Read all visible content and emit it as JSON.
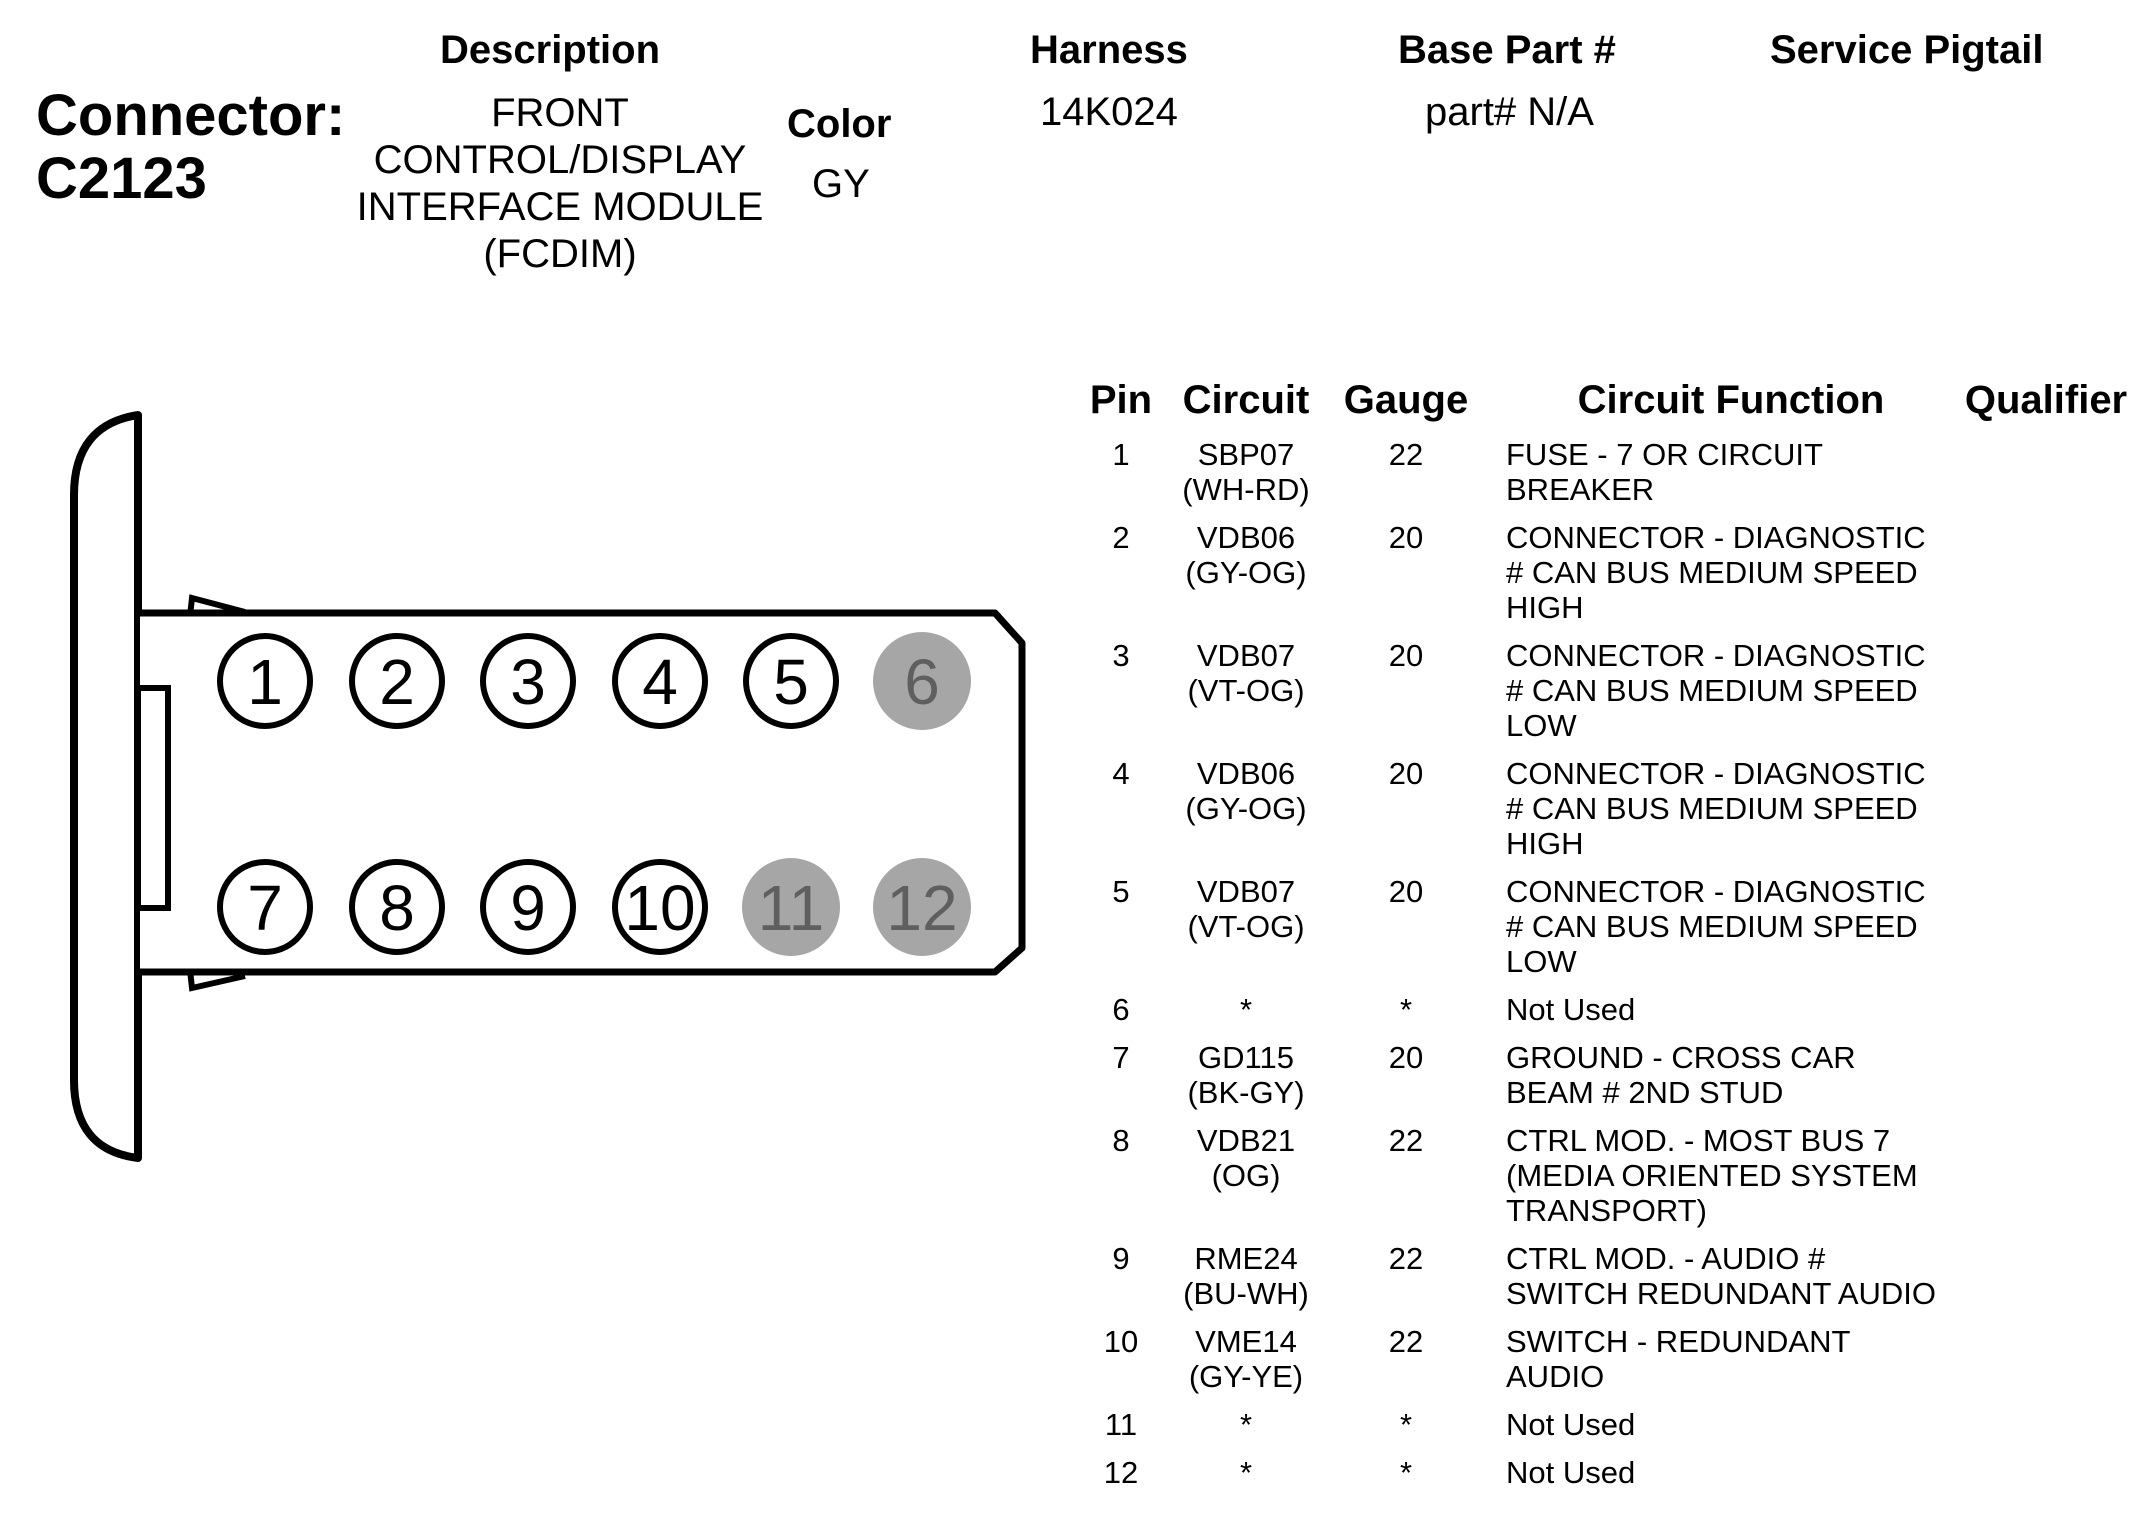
{
  "header": {
    "connector_label_line1": "Connector:",
    "connector_label_line2": "C2123",
    "description_heading": "Description",
    "description_value": "FRONT CONTROL/DISPLAY INTERFACE MODULE (FCDIM)",
    "color_heading": "Color",
    "color_value": "GY",
    "harness_heading": "Harness",
    "harness_value": "14K024",
    "base_part_heading": "Base Part #",
    "base_part_value": "part# N/A",
    "service_pigtail_heading": "Service Pigtail"
  },
  "table": {
    "columns": [
      "Pin",
      "Circuit",
      "Gauge",
      "Circuit Function",
      "Qualifier"
    ],
    "rows": [
      {
        "pin": "1",
        "circuit": "SBP07",
        "circuit_color": "(WH-RD)",
        "gauge": "22",
        "function": "FUSE - 7 OR CIRCUIT BREAKER",
        "qualifier": ""
      },
      {
        "pin": "2",
        "circuit": "VDB06",
        "circuit_color": "(GY-OG)",
        "gauge": "20",
        "function": "CONNECTOR - DIAGNOSTIC # CAN BUS MEDIUM SPEED HIGH",
        "qualifier": ""
      },
      {
        "pin": "3",
        "circuit": "VDB07",
        "circuit_color": "(VT-OG)",
        "gauge": "20",
        "function": "CONNECTOR - DIAGNOSTIC # CAN BUS MEDIUM SPEED LOW",
        "qualifier": ""
      },
      {
        "pin": "4",
        "circuit": "VDB06",
        "circuit_color": "(GY-OG)",
        "gauge": "20",
        "function": "CONNECTOR - DIAGNOSTIC # CAN BUS MEDIUM SPEED HIGH",
        "qualifier": ""
      },
      {
        "pin": "5",
        "circuit": "VDB07",
        "circuit_color": "(VT-OG)",
        "gauge": "20",
        "function": "CONNECTOR - DIAGNOSTIC # CAN BUS MEDIUM SPEED LOW",
        "qualifier": ""
      },
      {
        "pin": "6",
        "circuit": "*",
        "circuit_color": "",
        "gauge": "*",
        "function": "Not Used",
        "qualifier": ""
      },
      {
        "pin": "7",
        "circuit": "GD115",
        "circuit_color": "(BK-GY)",
        "gauge": "20",
        "function": "GROUND - CROSS CAR BEAM # 2ND STUD",
        "qualifier": ""
      },
      {
        "pin": "8",
        "circuit": "VDB21",
        "circuit_color": "(OG)",
        "gauge": "22",
        "function": "CTRL MOD. - MOST BUS 7 (MEDIA ORIENTED SYSTEM TRANSPORT)",
        "qualifier": ""
      },
      {
        "pin": "9",
        "circuit": "RME24",
        "circuit_color": "(BU-WH)",
        "gauge": "22",
        "function": "CTRL MOD. - AUDIO # SWITCH REDUNDANT AUDIO",
        "qualifier": ""
      },
      {
        "pin": "10",
        "circuit": "VME14",
        "circuit_color": "(GY-YE)",
        "gauge": "22",
        "function": "SWITCH - REDUNDANT AUDIO",
        "qualifier": ""
      },
      {
        "pin": "11",
        "circuit": "*",
        "circuit_color": "",
        "gauge": "*",
        "function": "Not Used",
        "qualifier": ""
      },
      {
        "pin": "12",
        "circuit": "*",
        "circuit_color": "",
        "gauge": "*",
        "function": "Not Used",
        "qualifier": ""
      }
    ]
  },
  "diagram": {
    "pins": [
      {
        "label": "1",
        "used": true
      },
      {
        "label": "2",
        "used": true
      },
      {
        "label": "3",
        "used": true
      },
      {
        "label": "4",
        "used": true
      },
      {
        "label": "5",
        "used": true
      },
      {
        "label": "6",
        "used": false
      },
      {
        "label": "7",
        "used": true
      },
      {
        "label": "8",
        "used": true
      },
      {
        "label": "9",
        "used": true
      },
      {
        "label": "10",
        "used": true
      },
      {
        "label": "11",
        "used": false
      },
      {
        "label": "12",
        "used": false
      }
    ],
    "unused_pin_color": "#a6a6a6",
    "used_pin_color": "#ffffff",
    "outline_color": "#000000"
  }
}
